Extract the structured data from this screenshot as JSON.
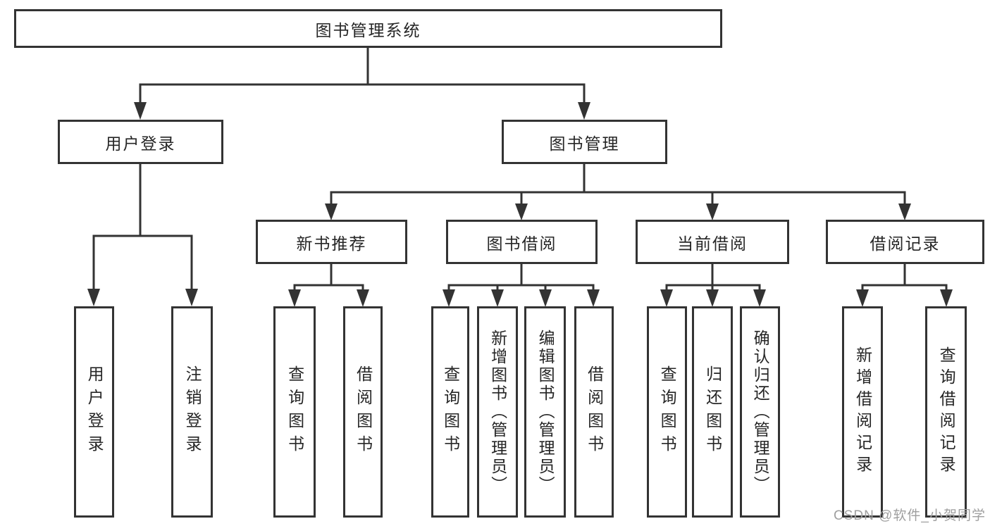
{
  "diagram": {
    "title_node": "图书管理系统",
    "nodes": {
      "root": "图书管理系统",
      "user_login": "用户登录",
      "book_mgmt": "图书管理",
      "new_book_rec": "新书推荐",
      "book_borrow": "图书借阅",
      "current_borrow": "当前借阅",
      "borrow_records": "借阅记录",
      "ul_user_login": "用户登录",
      "ul_logout": "注销登录",
      "nb_query_books": "查询图书",
      "nb_borrow_books": "借阅图书",
      "bb_query_books": "查询图书",
      "bb_add_books": "新增图书（管理员）",
      "bb_edit_books": "编辑图书（管理员）",
      "bb_borrow_books": "借阅图书",
      "cb_query_books": "查询图书",
      "cb_return_books": "归还图书",
      "cb_confirm_return": "确认归还（管理员）",
      "br_add_record": "新增借阅记录",
      "br_query_record": "查询借阅记录"
    },
    "line_color": "#333333"
  },
  "watermark": "CSDN @软件_小贺同学"
}
